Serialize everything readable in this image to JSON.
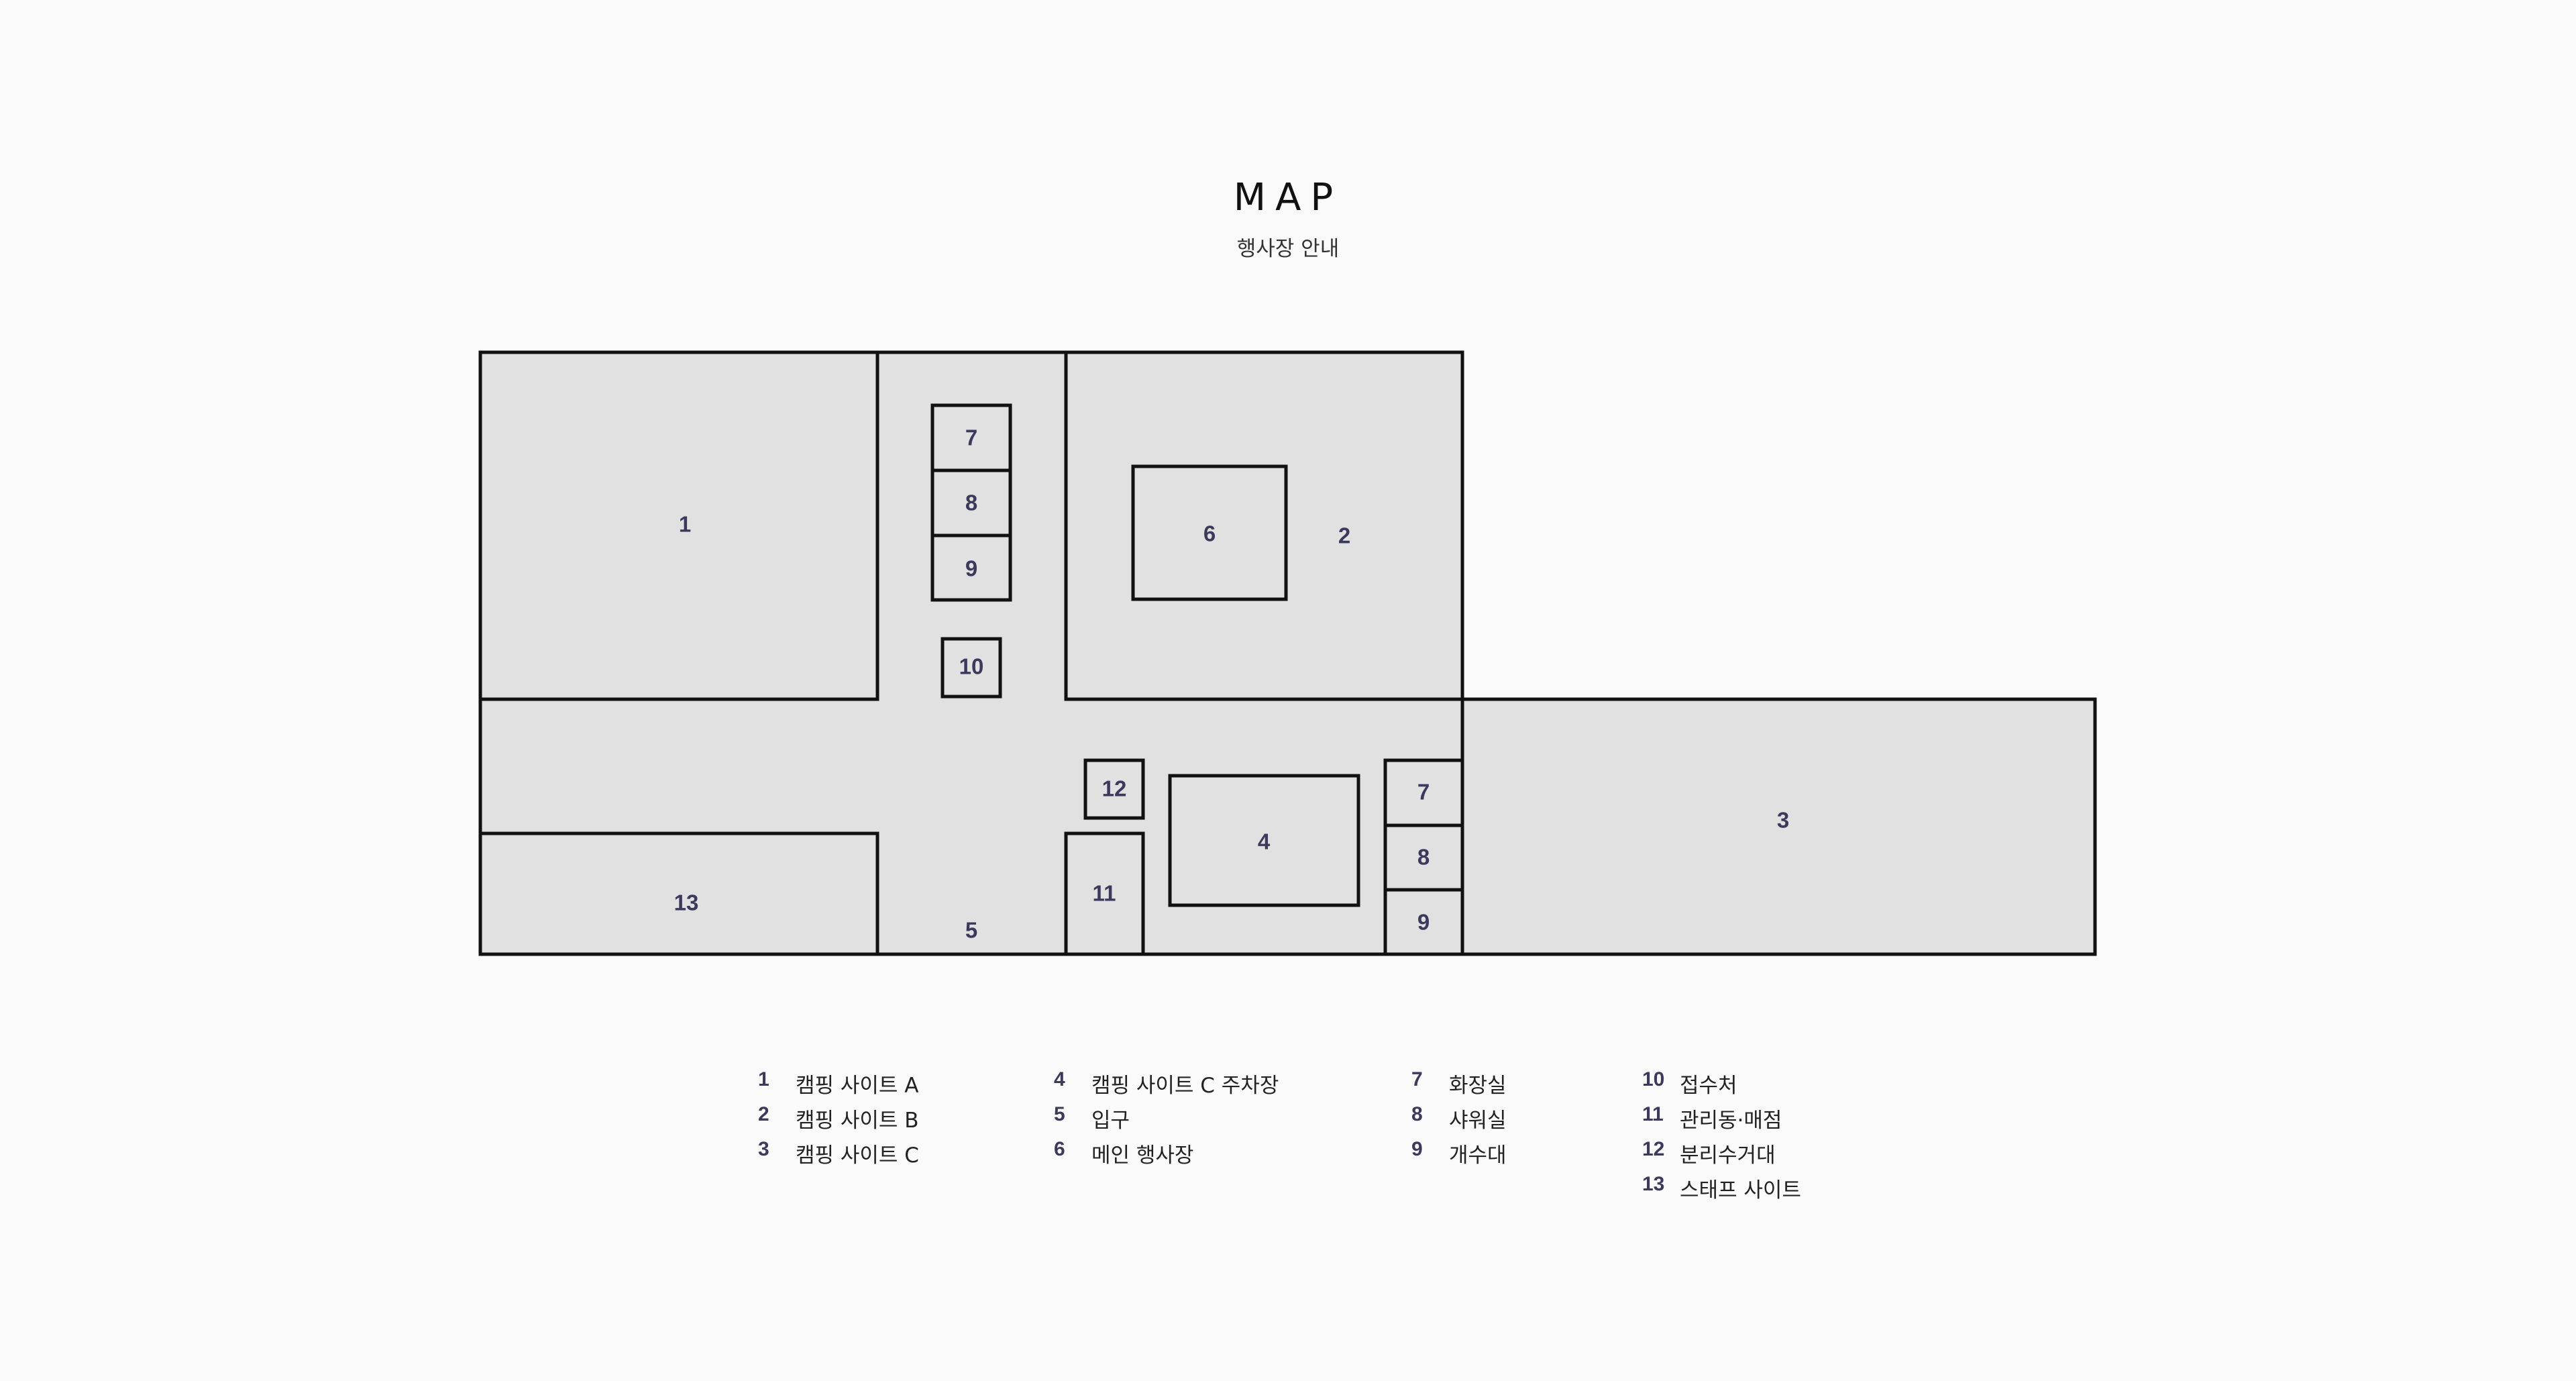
{
  "header": {
    "title": "MAP",
    "subtitle": "행사장 안내"
  },
  "map": {
    "zones": [
      {
        "id": "zone-1",
        "number": "1"
      },
      {
        "id": "zone-2",
        "number": "2"
      },
      {
        "id": "zone-3",
        "number": "3"
      },
      {
        "id": "zone-4",
        "number": "4"
      },
      {
        "id": "zone-5",
        "number": "5"
      },
      {
        "id": "zone-6",
        "number": "6"
      },
      {
        "id": "zone-7a",
        "number": "7"
      },
      {
        "id": "zone-8a",
        "number": "8"
      },
      {
        "id": "zone-9a",
        "number": "9"
      },
      {
        "id": "zone-10",
        "number": "10"
      },
      {
        "id": "zone-7b",
        "number": "7"
      },
      {
        "id": "zone-8b",
        "number": "8"
      },
      {
        "id": "zone-9b",
        "number": "9"
      },
      {
        "id": "zone-11",
        "number": "11"
      },
      {
        "id": "zone-12",
        "number": "12"
      },
      {
        "id": "zone-13",
        "number": "13"
      }
    ],
    "colors": {
      "fill": "#e1e1e1",
      "stroke": "#111111",
      "label": "#3c3a5c",
      "background": "#fafafa"
    }
  },
  "legend": {
    "items": [
      {
        "number": "1",
        "label": "캠핑 사이트 A"
      },
      {
        "number": "2",
        "label": "캠핑 사이트 B"
      },
      {
        "number": "3",
        "label": "캠핑 사이트 C"
      },
      {
        "number": "4",
        "label": "캠핑 사이트 C 주차장"
      },
      {
        "number": "5",
        "label": "입구"
      },
      {
        "number": "6",
        "label": "메인 행사장"
      },
      {
        "number": "7",
        "label": "화장실"
      },
      {
        "number": "8",
        "label": "샤워실"
      },
      {
        "number": "9",
        "label": "개수대"
      },
      {
        "number": "10",
        "label": "접수처"
      },
      {
        "number": "11",
        "label": "관리동·매점"
      },
      {
        "number": "12",
        "label": "분리수거대"
      },
      {
        "number": "13",
        "label": "스태프 사이트"
      }
    ]
  }
}
